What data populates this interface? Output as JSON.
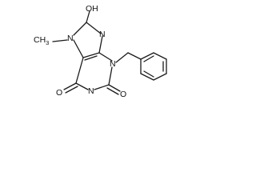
{
  "diagram": {
    "type": "skeletal-structure",
    "atom_labels": {
      "top_oh": "OH",
      "n9": "N",
      "n7": "N",
      "methyl": "CH",
      "methyl_sub": "3",
      "n3": "N",
      "n1": "N",
      "o6": "O",
      "o2": "O"
    }
  }
}
